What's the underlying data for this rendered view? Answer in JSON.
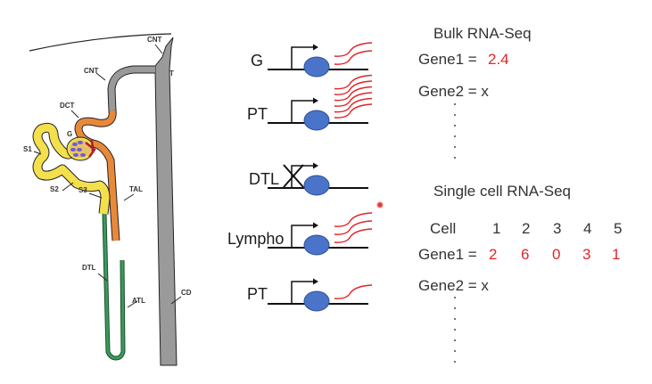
{
  "nephron": {
    "labels": {
      "cnt_top": "CNT",
      "cnt": "CNT",
      "t_partial": "T",
      "dct": "DCT",
      "g": "G",
      "s1": "S1",
      "s2": "S2",
      "s3": "S3",
      "tal": "TAL",
      "dtl": "DTL",
      "atl": "ATL",
      "cd": "CD"
    },
    "colors": {
      "proximal": "#f4e04d",
      "distal": "#e8893a",
      "connecting": "#9a9a9a",
      "thin_limb": "#2f8a4e",
      "glomerulus_blue": "#6a5fd1",
      "glomerulus_red": "#b0202a"
    }
  },
  "genes": {
    "rows": [
      {
        "label": "G",
        "expressed": true,
        "transcripts": 2
      },
      {
        "label": "PT",
        "expressed": true,
        "transcripts": 6
      },
      {
        "label": "DTL",
        "expressed": false,
        "transcripts": 0
      },
      {
        "label": "Lympho",
        "expressed": true,
        "transcripts": 3
      },
      {
        "label": "PT",
        "expressed": true,
        "transcripts": 1
      }
    ],
    "colors": {
      "polymerase": "#4a74c9",
      "transcript": "#e0262a",
      "dna": "#111111"
    }
  },
  "bulk": {
    "title": "Bulk RNA-Seq",
    "gene1_label": "Gene1 = ",
    "gene1_value": "2.4",
    "gene2_label": "Gene2 = x"
  },
  "single": {
    "title": "Single cell RNA-Seq",
    "cell_header": "Cell",
    "cells": [
      "1",
      "2",
      "3",
      "4",
      "5"
    ],
    "gene1_label": "Gene1 = ",
    "gene1_values": [
      "2",
      "6",
      "0",
      "3",
      "1"
    ],
    "gene2_label": "Gene2 = x"
  }
}
